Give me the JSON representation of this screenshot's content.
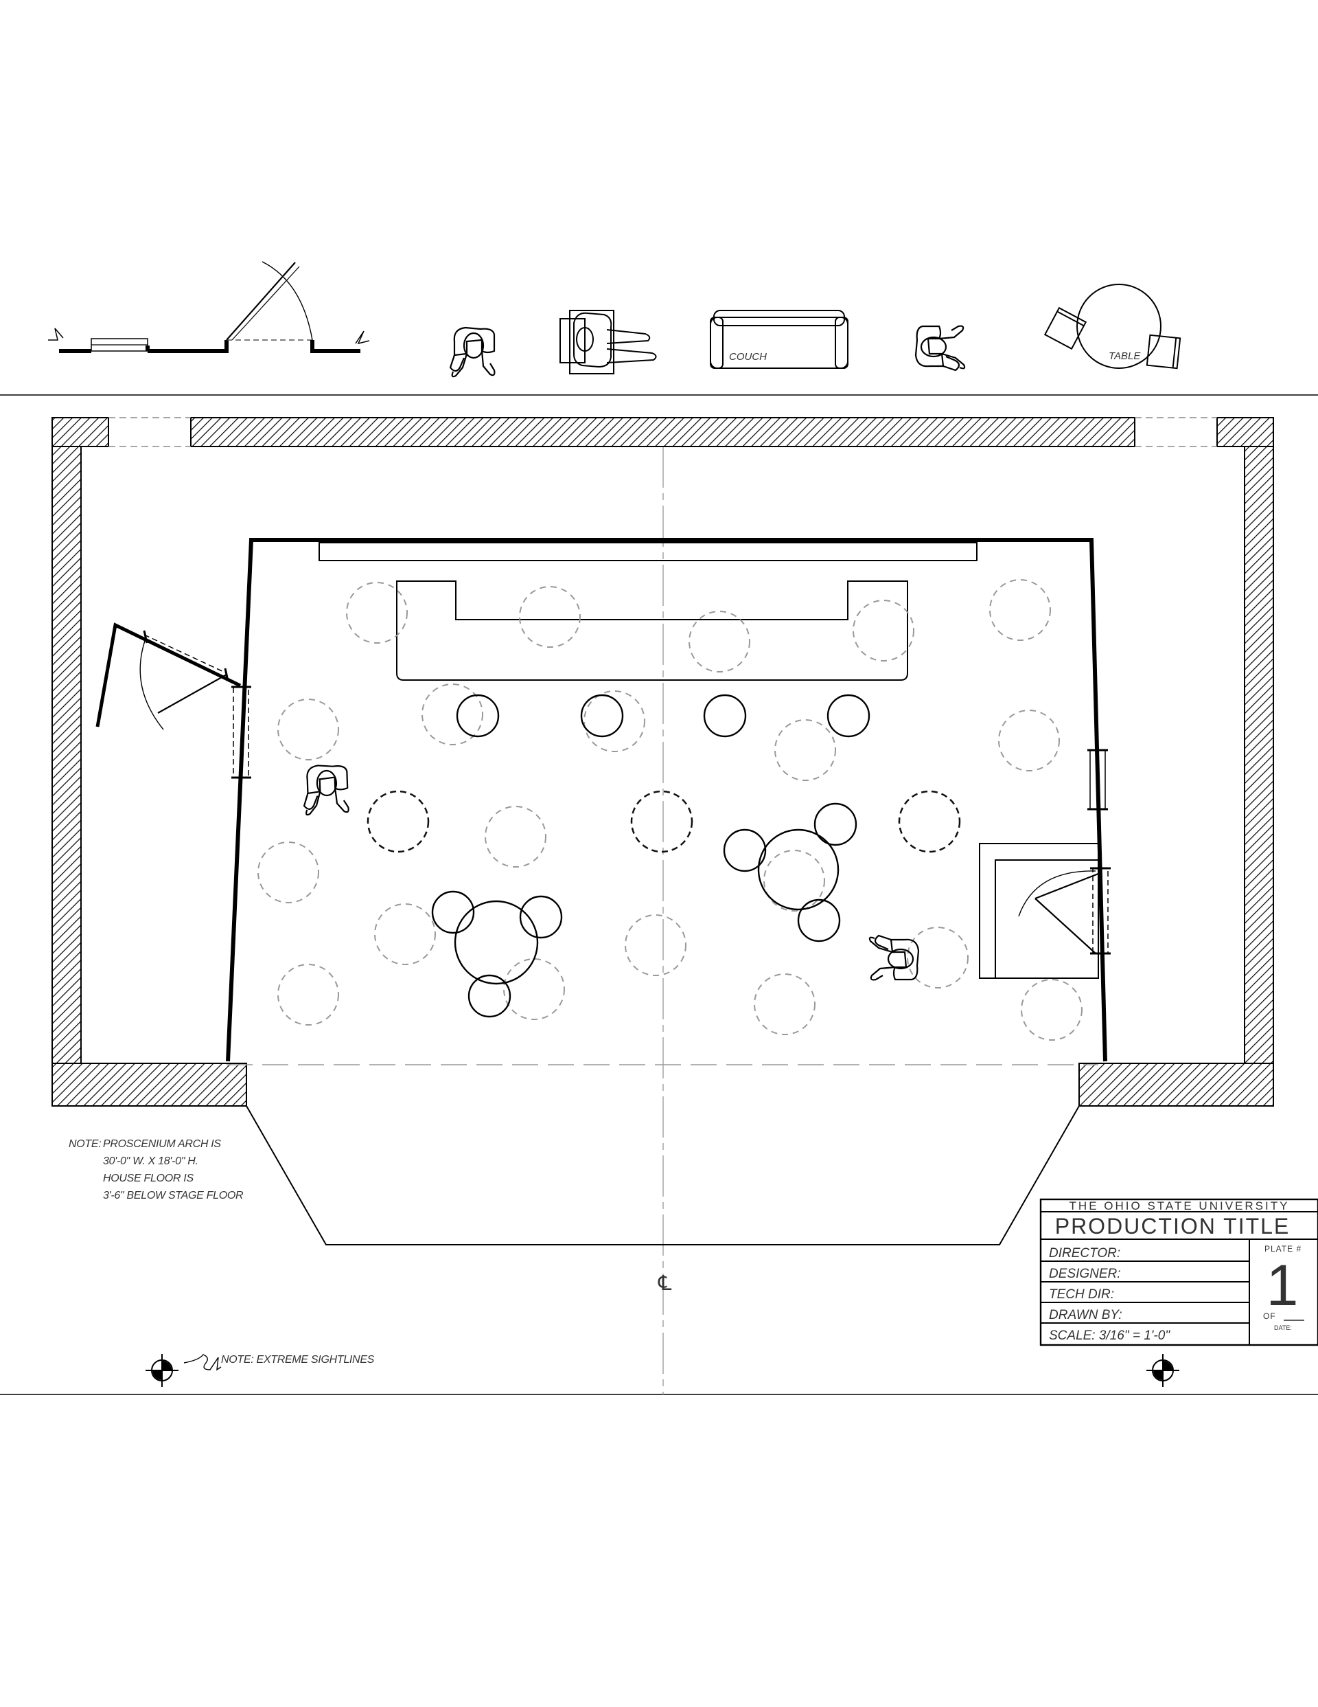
{
  "legend": {
    "couch_label": "COUCH",
    "table_label": "TABLE"
  },
  "notes": {
    "prefix": "NOTE:",
    "arch_lines": [
      "PROSCENIUM ARCH IS",
      "30'-0\" W.  X  18'-0\" H.",
      "HOUSE FLOOR IS",
      "3'-6\" BELOW STAGE FLOOR"
    ],
    "sightlines": "NOTE:  EXTREME SIGHTLINES",
    "centerline_symbol": "℄"
  },
  "title_block": {
    "university": "THE OHIO STATE UNIVERSITY",
    "production_title": "PRODUCTION TITLE",
    "director": "DIRECTOR:",
    "designer": "DESIGNER:",
    "tech_dir": "TECH DIR:",
    "drawn_by": "DRAWN BY:",
    "scale": "SCALE:  3/16\" = 1'-0\"",
    "plate_label": "PLATE #",
    "plate_number": "1",
    "of_label": "OF",
    "date_label": "DATE:"
  },
  "colors": {
    "ink": "#000000",
    "ghost": "#999999",
    "text": "#333333"
  }
}
